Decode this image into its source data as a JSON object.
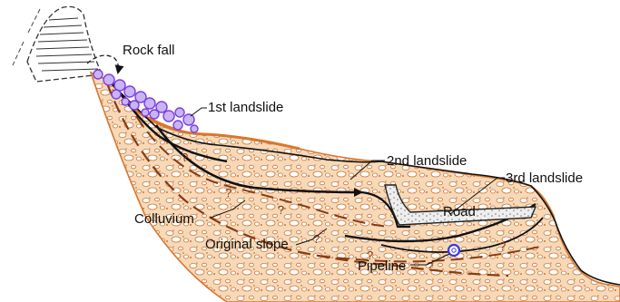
{
  "labels": {
    "rock_fall": "Rock fall",
    "landslide_1": "1st landslide",
    "landslide_2": "2nd landslide",
    "landslide_3": "3rd landslide",
    "road": "Road",
    "colluvium": "Colluvium",
    "original_slope": "Original slope",
    "pipeline": "Pipeline"
  },
  "colors": {
    "colluvium_fill": "#f7d9b8",
    "slope_outline": "#d8772f",
    "rock_fall_blocks": "#7c3fe0",
    "slip_surface": "#1a0f0a",
    "original_slope_dash": "#8a3a12",
    "pipeline_ring": "#3a3ae0"
  }
}
